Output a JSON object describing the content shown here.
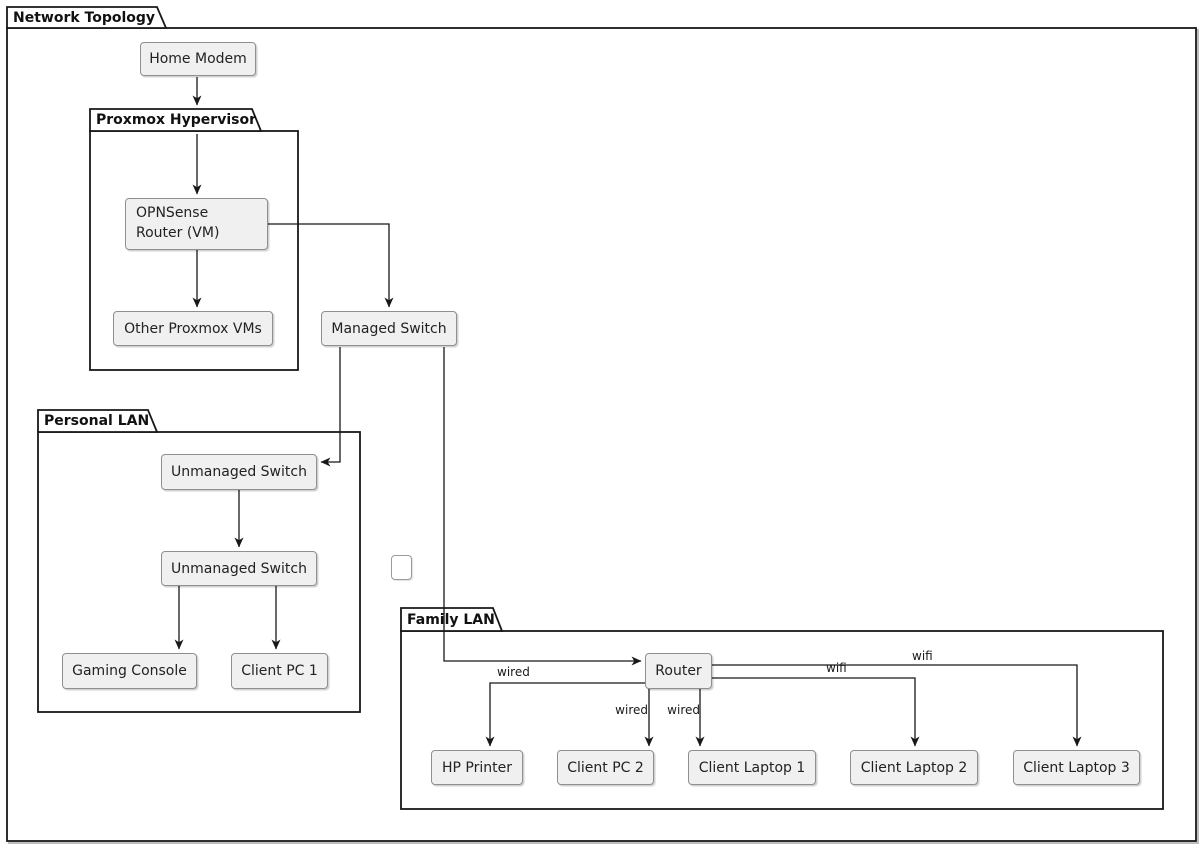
{
  "diagram": {
    "type": "network-topology-diagram",
    "title": "Network Topology",
    "frames": [
      {
        "id": "proxmox-hypervisor",
        "title": "Proxmox Hypervisor"
      },
      {
        "id": "personal-lan",
        "title": "Personal LAN"
      },
      {
        "id": "family-lan",
        "title": "Family LAN"
      }
    ],
    "nodes": [
      {
        "id": "home-modem",
        "label": "Home Modem",
        "frame": "Network Topology"
      },
      {
        "id": "opnsense-router-vm",
        "label": "OPNSense Router (VM)",
        "frame": "Proxmox Hypervisor"
      },
      {
        "id": "other-proxmox-vms",
        "label": "Other Proxmox VMs",
        "frame": "Proxmox Hypervisor"
      },
      {
        "id": "managed-switch",
        "label": "Managed Switch",
        "frame": "Network Topology"
      },
      {
        "id": "unmanaged-switch-1",
        "label": "Unmanaged Switch",
        "frame": "Personal LAN"
      },
      {
        "id": "unmanaged-switch-2",
        "label": "Unmanaged Switch",
        "frame": "Personal LAN"
      },
      {
        "id": "gaming-console",
        "label": "Gaming Console",
        "frame": "Personal LAN"
      },
      {
        "id": "client-pc-1",
        "label": "Client PC 1",
        "frame": "Personal LAN"
      },
      {
        "id": "empty-node",
        "label": "",
        "frame": "Network Topology"
      },
      {
        "id": "router",
        "label": "Router",
        "frame": "Family LAN"
      },
      {
        "id": "hp-printer",
        "label": "HP Printer",
        "frame": "Family LAN"
      },
      {
        "id": "client-pc-2",
        "label": "Client PC 2",
        "frame": "Family LAN"
      },
      {
        "id": "client-laptop-1",
        "label": "Client Laptop 1",
        "frame": "Family LAN"
      },
      {
        "id": "client-laptop-2",
        "label": "Client Laptop 2",
        "frame": "Family LAN"
      },
      {
        "id": "client-laptop-3",
        "label": "Client Laptop 3",
        "frame": "Family LAN"
      }
    ],
    "edges": [
      {
        "from": "Home Modem",
        "to": "Proxmox Hypervisor",
        "label": ""
      },
      {
        "from": "Proxmox Hypervisor",
        "to": "OPNSense Router (VM)",
        "label": ""
      },
      {
        "from": "OPNSense Router (VM)",
        "to": "Other Proxmox VMs",
        "label": ""
      },
      {
        "from": "OPNSense Router (VM)",
        "to": "Managed Switch",
        "label": ""
      },
      {
        "from": "Managed Switch",
        "to": "Unmanaged Switch 1",
        "label": ""
      },
      {
        "from": "Managed Switch",
        "to": "Router",
        "label": ""
      },
      {
        "from": "Unmanaged Switch 1",
        "to": "Unmanaged Switch 2",
        "label": ""
      },
      {
        "from": "Unmanaged Switch 2",
        "to": "Gaming Console",
        "label": ""
      },
      {
        "from": "Unmanaged Switch 2",
        "to": "Client PC 1",
        "label": ""
      },
      {
        "from": "Router",
        "to": "HP Printer",
        "label": "wired"
      },
      {
        "from": "Router",
        "to": "Client PC 2",
        "label": "wired"
      },
      {
        "from": "Router",
        "to": "Client Laptop 1",
        "label": "wired"
      },
      {
        "from": "Router",
        "to": "Client Laptop 2",
        "label": "wifi"
      },
      {
        "from": "Router",
        "to": "Client Laptop 3",
        "label": "wifi"
      }
    ],
    "colors": {
      "background": "#ffffff",
      "node_fill": "#f0f0f0",
      "node_border": "#8f8f8f",
      "frame_border": "#181818",
      "line": "#181818",
      "text": "#1f1f1f"
    }
  }
}
